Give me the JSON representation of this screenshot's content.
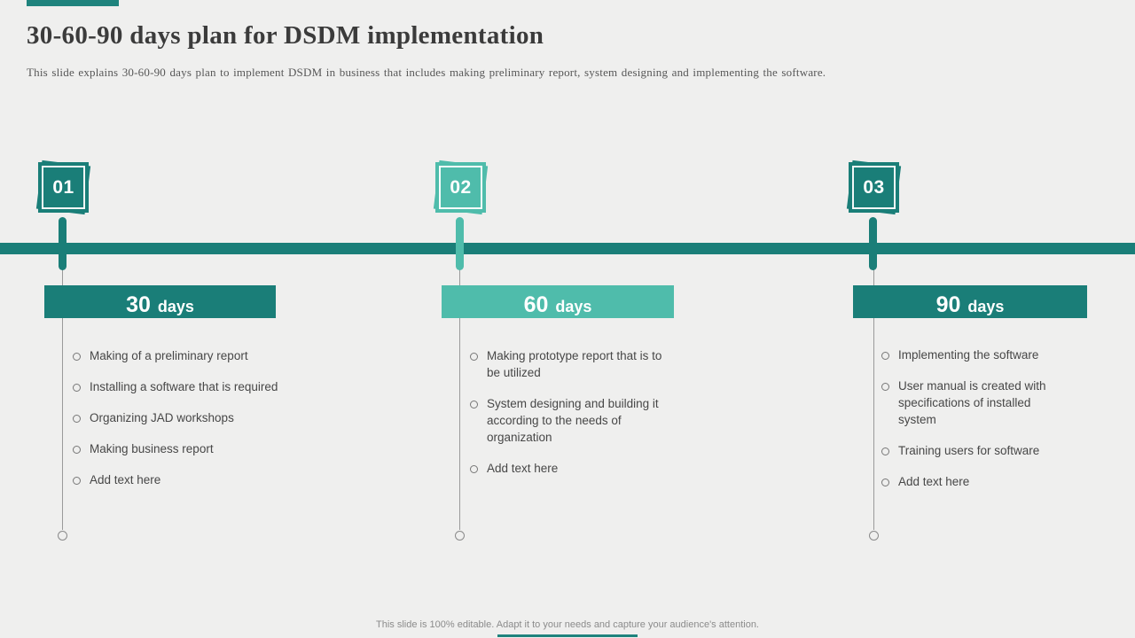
{
  "slide": {
    "title": "30-60-90 days plan for DSDM implementation",
    "subtitle": "This slide explains 30-60-90 days plan to implement DSDM in business that includes making preliminary report, system designing and implementing the software.",
    "footer": "This slide is 100% editable. Adapt it to your needs and capture your audience's attention."
  },
  "colors": {
    "dark_teal": "#1a7e78",
    "light_teal": "#4fbcab",
    "background": "#efefee"
  },
  "columns": [
    {
      "badge": "01",
      "days_number": "30",
      "days_label": "days",
      "variant": "dark",
      "items": [
        "Making of a preliminary report",
        "Installing a software that is required",
        "Organizing JAD workshops",
        "Making business report",
        "Add text here"
      ]
    },
    {
      "badge": "02",
      "days_number": "60",
      "days_label": "days",
      "variant": "light",
      "items": [
        "Making prototype report that is to be utilized",
        "System designing and building it according to the needs of organization",
        "Add text here"
      ]
    },
    {
      "badge": "03",
      "days_number": "90",
      "days_label": "days",
      "variant": "dark",
      "items": [
        "Implementing the software",
        "User manual is created with specifications of installed system",
        "Training users for software",
        "Add text here"
      ]
    }
  ]
}
